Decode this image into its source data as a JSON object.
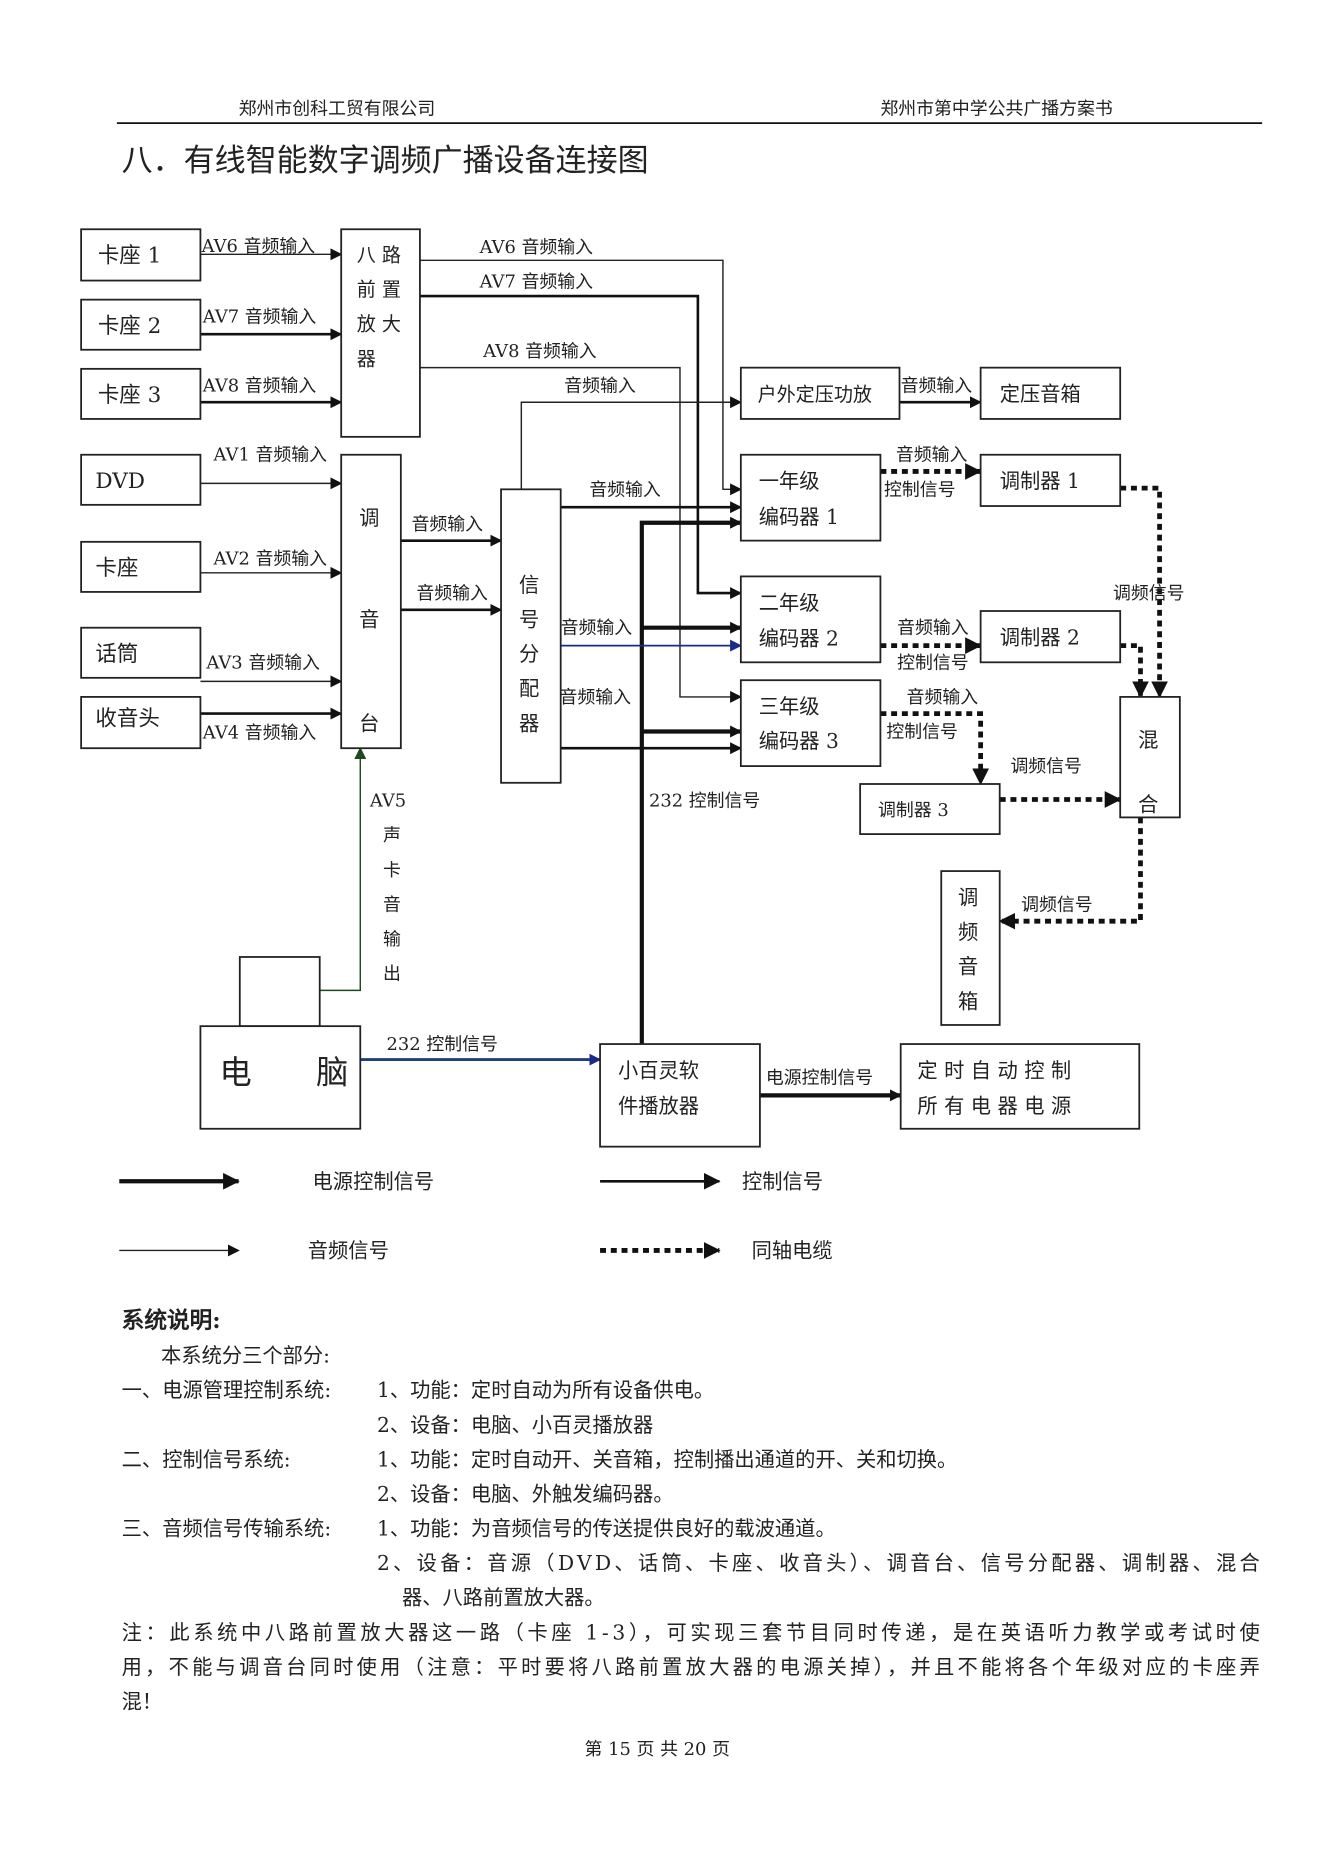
{
  "header": {
    "left": "郑州市创科工贸有限公司",
    "right": "郑州市第中学公共广播方案书"
  },
  "title": "八．有线智能数字调频广播设备连接图",
  "boxes": {
    "kazuo1": "卡座 1",
    "kazuo2": "卡座 2",
    "kazuo3": "卡座 3",
    "dvd": "DVD",
    "kazuo": "卡座",
    "huatong": "话筒",
    "shouyintou": "收音头",
    "preamp": [
      "八 路",
      "前 置",
      "放 大",
      "器"
    ],
    "mixer": [
      "调",
      "音",
      "台"
    ],
    "splitter": [
      "信",
      "号",
      "分",
      "配",
      "器"
    ],
    "outdoor_amp": "户外定压功放",
    "speaker_cv": "定压音箱",
    "enc1": [
      "一年级",
      "编码器 1"
    ],
    "enc2": [
      "二年级",
      "编码器 2"
    ],
    "enc3": [
      "三年级",
      "编码器 3"
    ],
    "mod1": "调制器 1",
    "mod2": "调制器 2",
    "mod3": "调制器 3",
    "combiner": [
      "混",
      "合"
    ],
    "fm_speaker": [
      "调",
      "频",
      "音",
      "箱"
    ],
    "computer": "电　　脑",
    "player": [
      "小百灵软",
      "件播放器"
    ],
    "timer": [
      "定 时 自 动 控 制",
      "所 有 电 器 电 源"
    ]
  },
  "labels": {
    "av6": "AV6 音频输入",
    "av7": "AV7 音频输入",
    "av8": "AV8  音频输入",
    "av1": "AV1 音频输入",
    "av2": "AV2 音频输入",
    "av3": "AV3 音频输入",
    "av4": "AV4 音频输入",
    "av6r": "AV6 音频输入",
    "av7r": "AV7 音频输入",
    "av8r": "AV8 音频输入",
    "audio_in": "音频输入",
    "ctrl": "控制信号",
    "fm": "调频信号",
    "rs232": "232 控制信号",
    "power_ctrl": "电源控制信号",
    "av5": [
      "AV5",
      "声",
      "卡",
      "音",
      "输",
      "出"
    ]
  },
  "legend": {
    "power": "电源控制信号",
    "control": "控制信号",
    "audio": "音频信号",
    "coax": "同轴电缆"
  },
  "description": {
    "heading": "系统说明:",
    "intro": "本系统分三个部分:",
    "lines": [
      [
        "一、电源管理控制系统:",
        "1、功能：定时自动为所有设备供电。"
      ],
      [
        "",
        "2、设备：电脑、小百灵播放器"
      ],
      [
        "二、控制信号系统:",
        "1、功能：定时自动开、关音箱，控制播出通道的开、关和切换。"
      ],
      [
        "",
        "2、设备：电脑、外触发编码器。"
      ],
      [
        "三、音频信号传输系统:",
        "1、功能：为音频信号的传送提供良好的载波通道。"
      ],
      [
        "",
        "2、设备：音源（DVD、话筒、卡座、收音头）、调音台、信号分配器、调制器、混合"
      ]
    ],
    "cont": "器、八路前置放大器。",
    "note": [
      "注：此系统中八路前置放大器这一路（卡座 1-3），可实现三套节目同时传递，是在英语听力教学或考试时使",
      "用，不能与调音台同时使用（注意：平时要将八路前置放大器的电源关掉），并且不能将各个年级对应的卡座弄",
      "混！"
    ]
  },
  "footer": "第 15 页 共 20 页"
}
